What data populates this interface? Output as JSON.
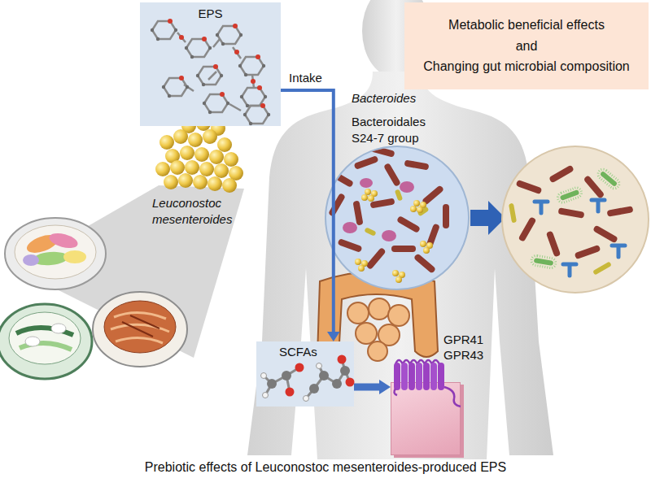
{
  "diagram": {
    "caption": "Prebiotic effects of Leuconostoc mesenteroides-produced EPS",
    "nodes": [
      {
        "text": [
          "EPS"
        ]
      },
      {
        "text": [
          "Metabolic beneficial effects and Changing gut microbial composition"
        ]
      },
      {
        "text": [
          "SCFAs"
        ]
      },
      {
        "text": [
          "GPR41 GPR43"
        ]
      }
    ],
    "edges": [
      {
        "from": 0,
        "to": 2,
        "label": "Intake",
        "arrow": "to"
      },
      {
        "from": 2,
        "to": 3,
        "arrow": "to"
      }
    ],
    "labels": [
      "Leuconostoc mesenteroides",
      "Bacteroides",
      "Bacteroidales S24-7 group"
    ]
  }
}
